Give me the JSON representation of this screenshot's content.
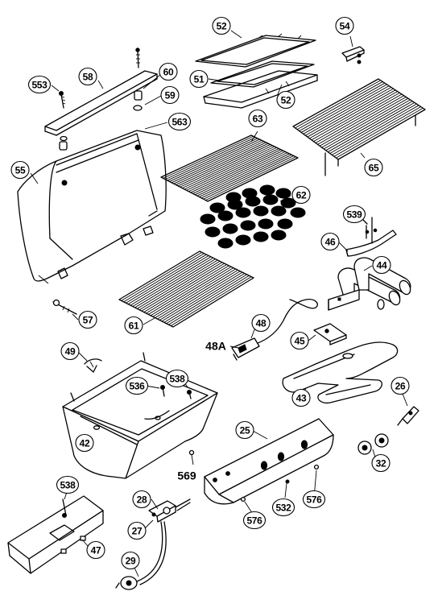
{
  "callouts": {
    "c52a": "52",
    "c51": "51",
    "c52b": "52",
    "c54": "54",
    "c553": "553",
    "c58": "58",
    "c60": "60",
    "c59": "59",
    "c563": "563",
    "c55": "55",
    "c63": "63",
    "c65": "65",
    "c62": "62",
    "c539": "539",
    "c46": "46",
    "c44": "44",
    "c57": "57",
    "c61": "61",
    "c48": "48",
    "c48a": "48A",
    "c45": "45",
    "c49": "49",
    "c536": "536",
    "c538a": "538",
    "c43": "43",
    "c26": "26",
    "c42": "42",
    "c569": "569",
    "c25": "25",
    "c532": "532",
    "c576a": "576",
    "c576b": "576",
    "c32": "32",
    "c538b": "538",
    "c28": "28",
    "c27": "27",
    "c47": "47",
    "c29": "29"
  }
}
